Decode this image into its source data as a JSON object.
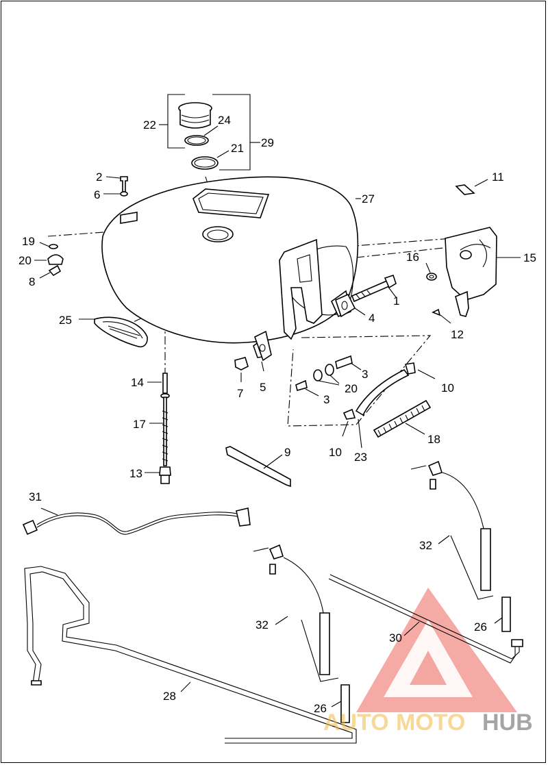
{
  "callouts": [
    {
      "id": "c1",
      "label": "1"
    },
    {
      "id": "c2",
      "label": "2"
    },
    {
      "id": "c3a",
      "label": "3"
    },
    {
      "id": "c3b",
      "label": "3"
    },
    {
      "id": "c4",
      "label": "4"
    },
    {
      "id": "c5",
      "label": "5"
    },
    {
      "id": "c6",
      "label": "6"
    },
    {
      "id": "c7",
      "label": "7"
    },
    {
      "id": "c8",
      "label": "8"
    },
    {
      "id": "c9",
      "label": "9"
    },
    {
      "id": "c10a",
      "label": "10"
    },
    {
      "id": "c10b",
      "label": "10"
    },
    {
      "id": "c11",
      "label": "11"
    },
    {
      "id": "c12",
      "label": "12"
    },
    {
      "id": "c13",
      "label": "13"
    },
    {
      "id": "c14",
      "label": "14"
    },
    {
      "id": "c15",
      "label": "15"
    },
    {
      "id": "c16",
      "label": "16"
    },
    {
      "id": "c17",
      "label": "17"
    },
    {
      "id": "c18",
      "label": "18"
    },
    {
      "id": "c19",
      "label": "19"
    },
    {
      "id": "c20a",
      "label": "20"
    },
    {
      "id": "c20b",
      "label": "20"
    },
    {
      "id": "c21",
      "label": "21"
    },
    {
      "id": "c22",
      "label": "22"
    },
    {
      "id": "c23",
      "label": "23"
    },
    {
      "id": "c24",
      "label": "24"
    },
    {
      "id": "c25",
      "label": "25"
    },
    {
      "id": "c26a",
      "label": "26"
    },
    {
      "id": "c26b",
      "label": "26"
    },
    {
      "id": "c27",
      "label": "27"
    },
    {
      "id": "c28",
      "label": "28"
    },
    {
      "id": "c29",
      "label": "29"
    },
    {
      "id": "c30",
      "label": "30"
    },
    {
      "id": "c31",
      "label": "31"
    },
    {
      "id": "c32a",
      "label": "32"
    },
    {
      "id": "c32b",
      "label": "32"
    }
  ],
  "watermark": {
    "part1": "AUTO",
    "part2": "MOTO",
    "part3": "HUB",
    "colors": {
      "logo_red": "#e8423a",
      "accent_yellow": "#f4b942",
      "gray": "#6b6b6b"
    }
  }
}
